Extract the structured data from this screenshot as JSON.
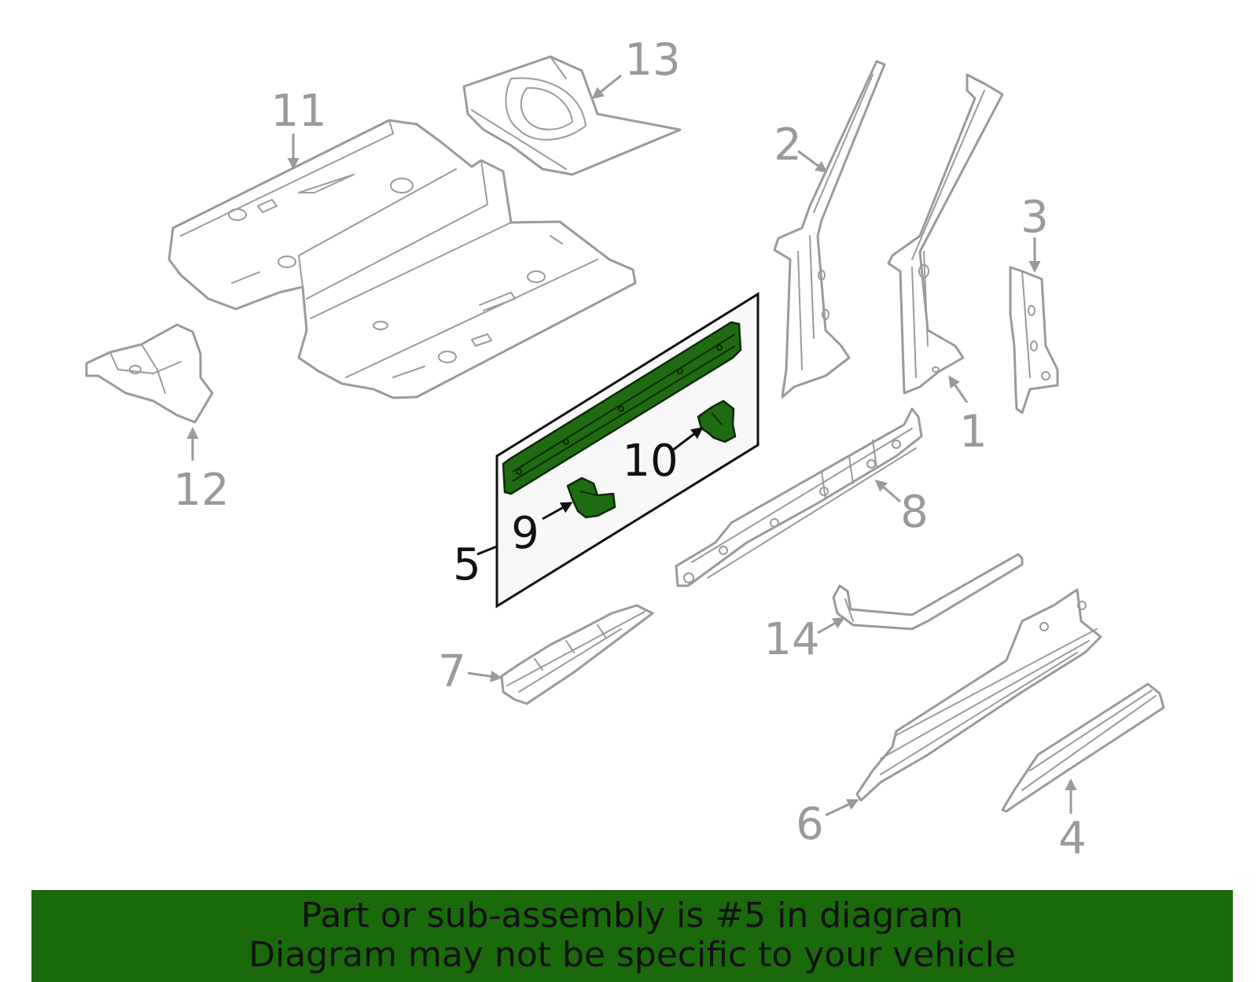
{
  "callouts": [
    "1",
    "2",
    "3",
    "4",
    "5",
    "6",
    "7",
    "8",
    "9",
    "10",
    "11",
    "12",
    "13",
    "14"
  ],
  "highlight_color": "#1f6b12",
  "banner": {
    "line1": "Part or sub-assembly is #5 in diagram",
    "line2": "Diagram may not be specific to your vehicle"
  }
}
